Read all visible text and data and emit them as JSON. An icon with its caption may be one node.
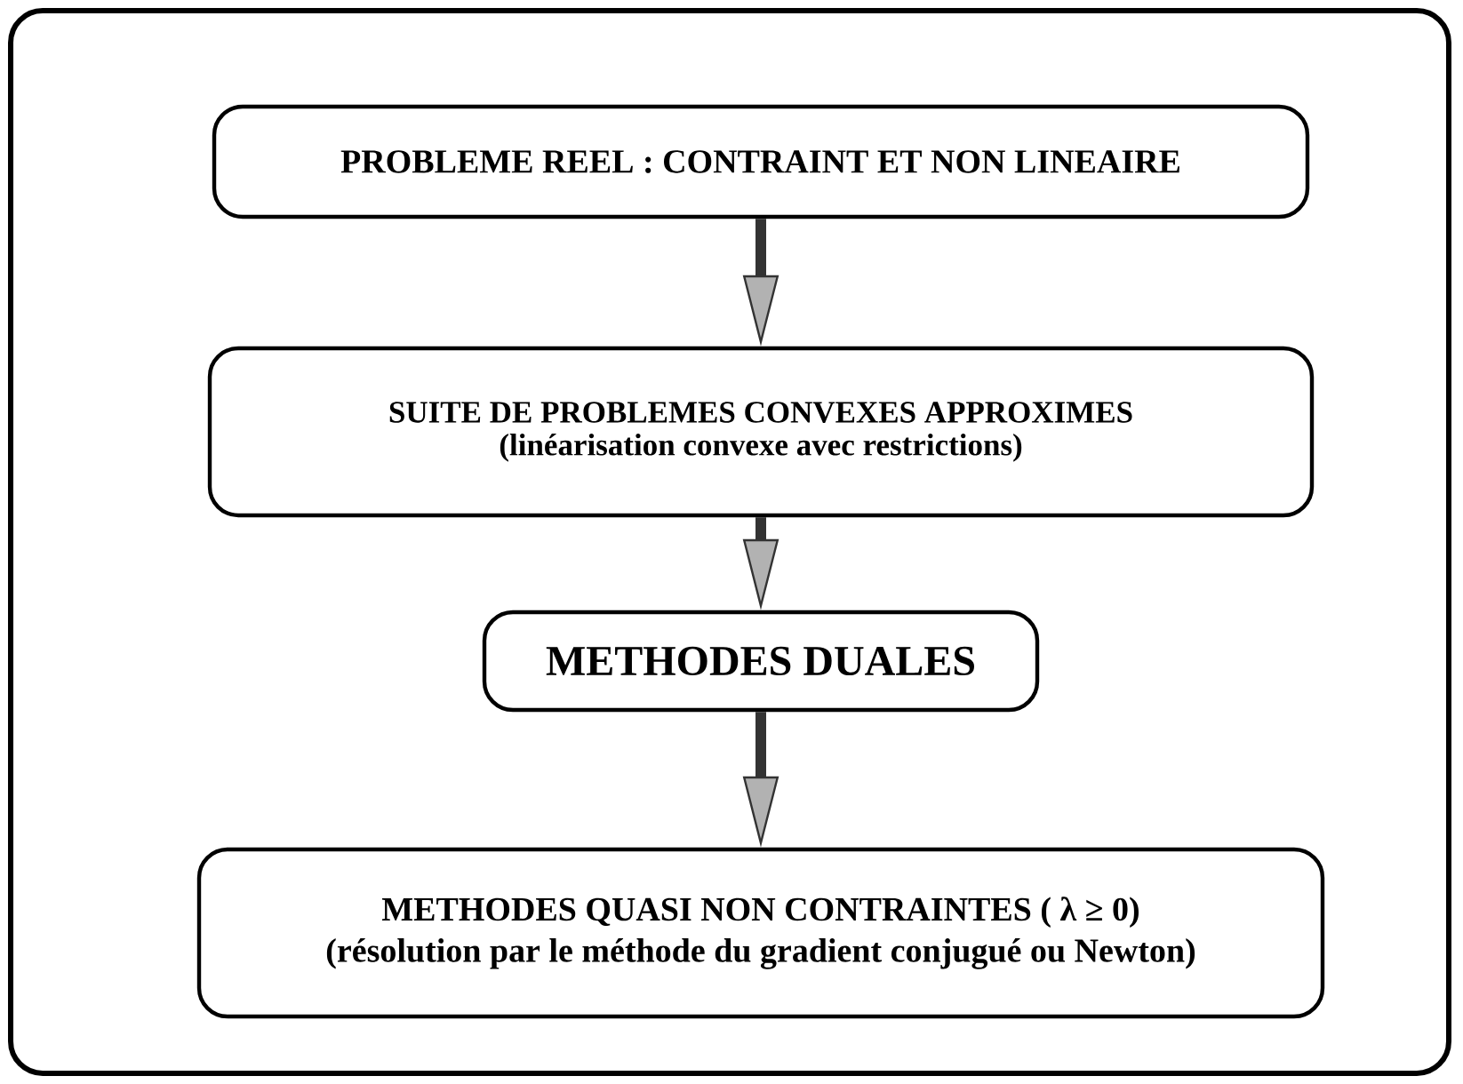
{
  "diagram": {
    "nodes": [
      {
        "text": [
          "PROBLEME REEL :  CONTRAINT  ET NON LINEAIRE"
        ]
      },
      {
        "text": [
          "SUITE DE PROBLEMES CONVEXES APPROXIMES",
          "(linéarisation convexe avec restrictions)"
        ]
      },
      {
        "text": [
          "METHODES DUALES"
        ]
      },
      {
        "text": [
          "METHODES QUASI NON CONTRAINTES ( λ ≥ 0)",
          "(résolution par le méthode du gradient conjugué ou Newton)"
        ]
      }
    ],
    "edges": [
      {
        "from": 0,
        "to": 1,
        "arrow": "to"
      },
      {
        "from": 1,
        "to": 2,
        "arrow": "to"
      },
      {
        "from": 2,
        "to": 3,
        "arrow": "to"
      }
    ]
  }
}
